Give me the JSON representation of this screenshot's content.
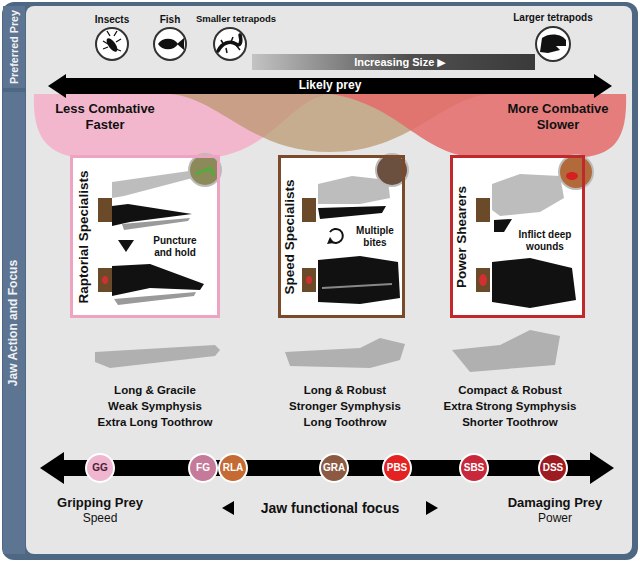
{
  "diagram": {
    "nodes": [
      {
        "text": [
          "Preferred Prey"
        ]
      },
      {
        "text": [
          "Increasing Size ▶"
        ]
      },
      {
        "text": [
          "Likely prey"
        ]
      },
      {
        "text": [
          "Jaw Action and Focus"
        ]
      },
      {
        "text": [
          "Raptorial Specialists",
          "Puncture and hold"
        ]
      },
      {
        "text": [
          "Speed Specialists",
          "Multiple bites"
        ]
      },
      {
        "text": [
          "Power Shearers",
          "Inflict deep wounds"
        ]
      },
      {
        "text": [
          "GG"
        ]
      },
      {
        "text": [
          "FG"
        ]
      },
      {
        "text": [
          "RLA"
        ]
      },
      {
        "text": [
          "GRA"
        ]
      },
      {
        "text": [
          "PBS"
        ]
      },
      {
        "text": [
          "SBS"
        ]
      },
      {
        "text": [
          "DSS"
        ]
      }
    ],
    "labels": [
      "Insects",
      "Fish",
      "Smaller tetrapods",
      "Larger tetrapods",
      "Less Combative",
      "Faster",
      "More Combative",
      "Slower",
      "Long & Gracile",
      "Weak Symphysis",
      "Extra Long Toothrow",
      "Long & Robust",
      "Stronger Symphysis",
      "Long Toothrow",
      "Compact & Robust",
      "Extra Strong Symphysis",
      "Shorter Toothrow",
      "Gripping Prey",
      "Speed",
      "Jaw functional focus",
      "Damaging Prey",
      "Power"
    ]
  }
}
